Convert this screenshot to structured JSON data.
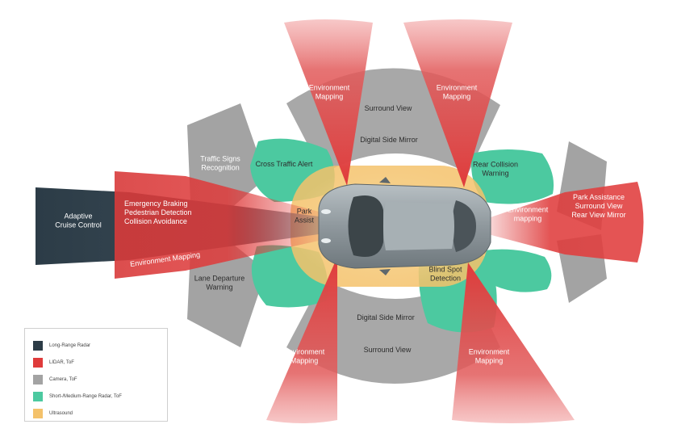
{
  "colors": {
    "long_range_radar": "#2c3c47",
    "lidar": "#df3b3b",
    "camera": "#a3a3a3",
    "short_medium_radar": "#4cc9a0",
    "ultrasound": "#f4c26b",
    "car_body": "#9aa3a8"
  },
  "zones": {
    "adaptive_cruise": "Adaptive\nCruise Control",
    "front_lidar": "Emergency Braking\nPedestrian Detection\nCollision Avoidance",
    "front_env": "Environment Mapping",
    "traffic_signs": "Traffic Signs\nRecognition",
    "lane_departure": "Lane Departure\nWarning",
    "cross_traffic": "Cross Traffic Alert",
    "park_assist": "Park\nAssist",
    "env_top_left": "Environment\nMapping",
    "env_top_right": "Environment\nMapping",
    "surround_top": "Surround View",
    "digital_mirror_top": "Digital Side Mirror",
    "rear_collision": "Rear Collision\nWarning",
    "rear_env": "Environment\nmapping",
    "rear_lidar": "Park Assistance\nSurround View\nRear View Mirror",
    "blind_spot": "Blind Spot\nDetection",
    "digital_mirror_bottom": "Digital Side Mirror",
    "surround_bottom": "Surround View",
    "env_bottom_left": "Environment\nMapping",
    "env_bottom_right": "Environment\nMapping"
  },
  "legend": {
    "long_range_radar": "Long-Range Radar",
    "lidar": "LIDAR, ToF",
    "camera": "Camera, ToF",
    "short_medium_radar": "Short-/Medium-Range Radar, ToF",
    "ultrasound": "Ultrasound"
  }
}
